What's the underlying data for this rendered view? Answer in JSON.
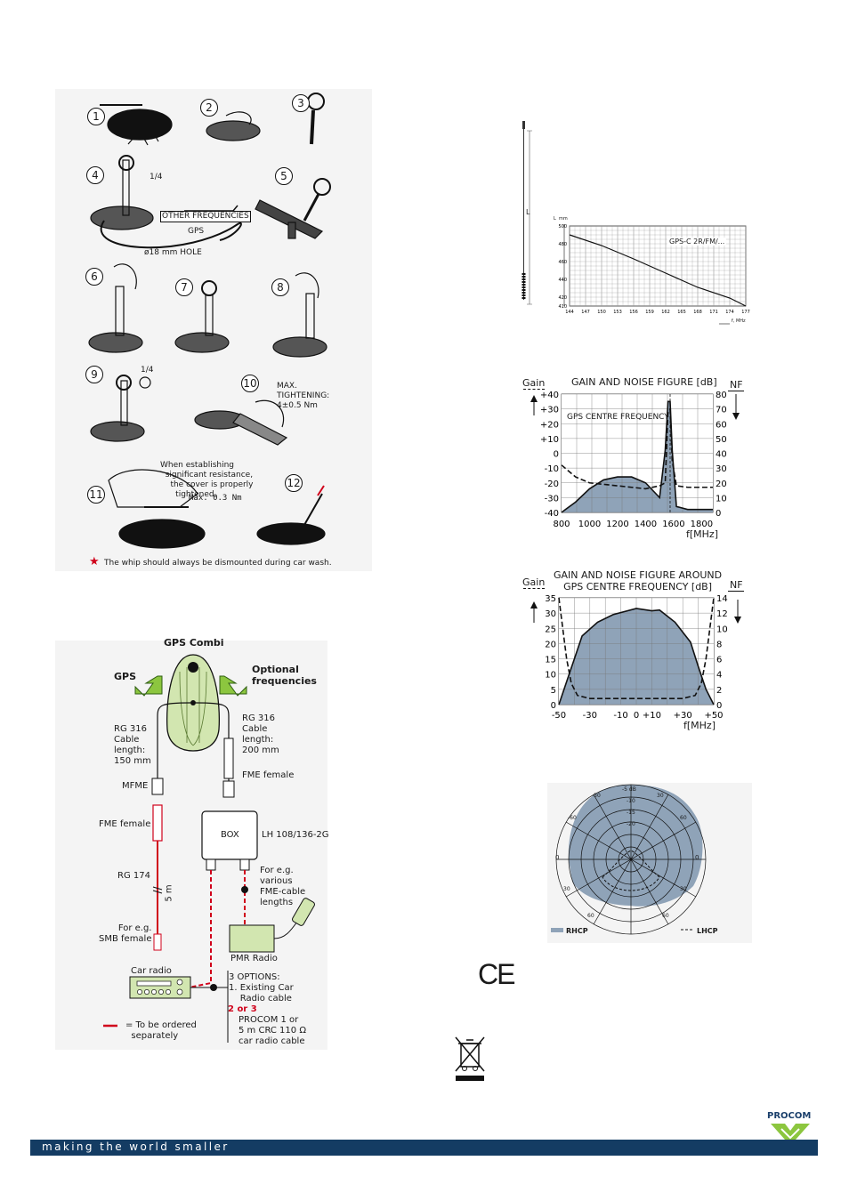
{
  "install": {
    "steps": [
      "1",
      "2",
      "3",
      "4",
      "5",
      "6",
      "7",
      "8",
      "9",
      "10",
      "11",
      "12"
    ],
    "quarter_turn_a": "1/4",
    "quarter_turn_b": "1/4",
    "other_frequencies": "OTHER FREQUENCIES",
    "gps": "GPS",
    "hole": "ø18 mm HOLE",
    "max_tightening": "MAX.\nTIGHTENING:\n4±0.5 Nm",
    "resistance_note": "When establishing\n  significant resistance,\n    the cover is properly\n      tightened.",
    "max_torque": "Max. 0.3 Nm",
    "wash_note": "The whip should always be dismounted during car wash."
  },
  "wiring": {
    "title": "GPS Combi",
    "gps": "GPS",
    "optional": "Optional\nfrequencies",
    "rg316_left": "RG 316\nCable\nlength:\n150 mm",
    "rg316_right": "RG 316\nCable\nlength:\n200 mm",
    "mfme": "MFME",
    "fme_female_right": "FME female",
    "fme_female_left": "FME female",
    "box": "BOX",
    "lh": "LH 108/136-2G",
    "rg174": "RG 174",
    "five_m": "5 m",
    "fme_cable": "For e.g.\nvarious\nFME-cable\nlengths",
    "smb": "For e.g.\nSMB female",
    "pmr": "PMR Radio",
    "car_radio": "Car radio",
    "options": "3 OPTIONS:\n1. Existing Car\n    Radio cable",
    "options_or": "2 or 3",
    "options_rest": "PROCOM 1 or\n5 m CRC 110 Ω\ncar radio cable",
    "legend": "= To be ordered\n  separately"
  },
  "length_chart": {
    "l_label": "L",
    "y_unit": "L  mm",
    "y_ticks": [
      "500",
      "480",
      "460",
      "440",
      "420",
      "410"
    ],
    "x_ticks": [
      "144",
      "147",
      "150",
      "153",
      "156",
      "159",
      "162",
      "165",
      "168",
      "171",
      "174",
      "177"
    ],
    "x_unit": "f, MHz",
    "series_label": "GPS-C 2R/FM/...",
    "chart_data": {
      "type": "line",
      "x": [
        144,
        150,
        156,
        162,
        168,
        174,
        177
      ],
      "y": [
        490,
        478,
        463,
        447,
        431,
        419,
        410
      ],
      "ylim": [
        410,
        500
      ],
      "xlim": [
        144,
        177
      ]
    }
  },
  "gain_chart": {
    "gain": "Gain",
    "title": "GAIN AND NOISE FIGURE [dB]",
    "nf": "NF",
    "left_ticks": [
      "+40",
      "+30",
      "+20",
      "+10",
      "0",
      "-10",
      "-20",
      "-30",
      "-40"
    ],
    "right_ticks": [
      "80",
      "70",
      "60",
      "50",
      "40",
      "30",
      "20",
      "10",
      "0"
    ],
    "x_ticks": [
      "800",
      "1000",
      "1200",
      "1400",
      "1600",
      "1800"
    ],
    "x_unit": "f[MHz]",
    "annotation": "GPS CENTRE FREQUENCY",
    "chart_data": {
      "type": "area",
      "xlim": [
        800,
        1880
      ],
      "gain_ylim": [
        -40,
        40
      ],
      "nf_ylim": [
        0,
        80
      ],
      "nf_x": [
        800,
        900,
        1000,
        1100,
        1200,
        1300,
        1400,
        1500,
        1540,
        1560,
        1575,
        1590,
        1620,
        1700,
        1800,
        1880
      ],
      "nf_y": [
        0,
        7,
        16,
        22,
        24,
        24,
        20,
        10,
        42,
        75,
        75,
        42,
        4,
        2,
        2,
        2
      ],
      "gain_x": [
        800,
        900,
        1000,
        1100,
        1200,
        1300,
        1400,
        1500,
        1540,
        1560,
        1575,
        1590,
        1620,
        1700,
        1800,
        1880
      ],
      "gain_y": [
        -8,
        -16,
        -20,
        -21,
        -22,
        -23,
        -24,
        -22,
        -20,
        28,
        30,
        -5,
        -22,
        -23,
        -23,
        -23
      ]
    }
  },
  "zoom_chart": {
    "gain": "Gain",
    "title": "GAIN AND NOISE FIGURE AROUND\nGPS CENTRE FREQUENCY [dB]",
    "nf": "NF",
    "left_ticks": [
      "35",
      "30",
      "25",
      "20",
      "15",
      "10",
      "5",
      "0"
    ],
    "right_ticks": [
      "14",
      "12",
      "10",
      "8",
      "6",
      "4",
      "2",
      "0"
    ],
    "x_ticks": [
      "-50",
      "-30",
      "-10",
      "0",
      "+10",
      "+30",
      "+50"
    ],
    "x_unit": "f[MHz]",
    "chart_data": {
      "type": "area",
      "xlim": [
        -50,
        50
      ],
      "gain_ylim": [
        0,
        35
      ],
      "nf_ylim": [
        0,
        14
      ],
      "nf_x": [
        -50,
        -45,
        -40,
        -35,
        -25,
        -15,
        0,
        10,
        15,
        25,
        35,
        40,
        45,
        50
      ],
      "nf_y": [
        0,
        3,
        6,
        9,
        10.8,
        11.8,
        12.6,
        12.3,
        12.4,
        10.8,
        8.2,
        5,
        2,
        0
      ],
      "gain_x": [
        -50,
        -45,
        -42,
        -38,
        -30,
        -20,
        0,
        20,
        30,
        38,
        42,
        45,
        50
      ],
      "gain_y": [
        35,
        15,
        7,
        3,
        2,
        2,
        2,
        2,
        2,
        3,
        7,
        15,
        35
      ]
    }
  },
  "polar": {
    "rings": [
      "-5 dB",
      "-10",
      "-15",
      "-20"
    ],
    "angles_left": [
      "-30",
      "-60",
      "0",
      "30",
      "60"
    ],
    "angles_right": [
      "30",
      "60",
      "0",
      "30",
      "60"
    ],
    "legend_rhcp": "RHCP",
    "legend_lhcp": "LHCP"
  },
  "marks": {
    "ce": "CE",
    "brand": "PROCOM"
  },
  "footer": {
    "slogan": "making the world smaller"
  },
  "colors": {
    "fill": "#8fa3b8",
    "panel": "#d4dae2",
    "footer": "#143c63",
    "brand_green": "#8cc63f",
    "brand_blue": "#1a3f6b",
    "accent_red": "#d0021b",
    "hand_green": "#d2e6b0"
  }
}
